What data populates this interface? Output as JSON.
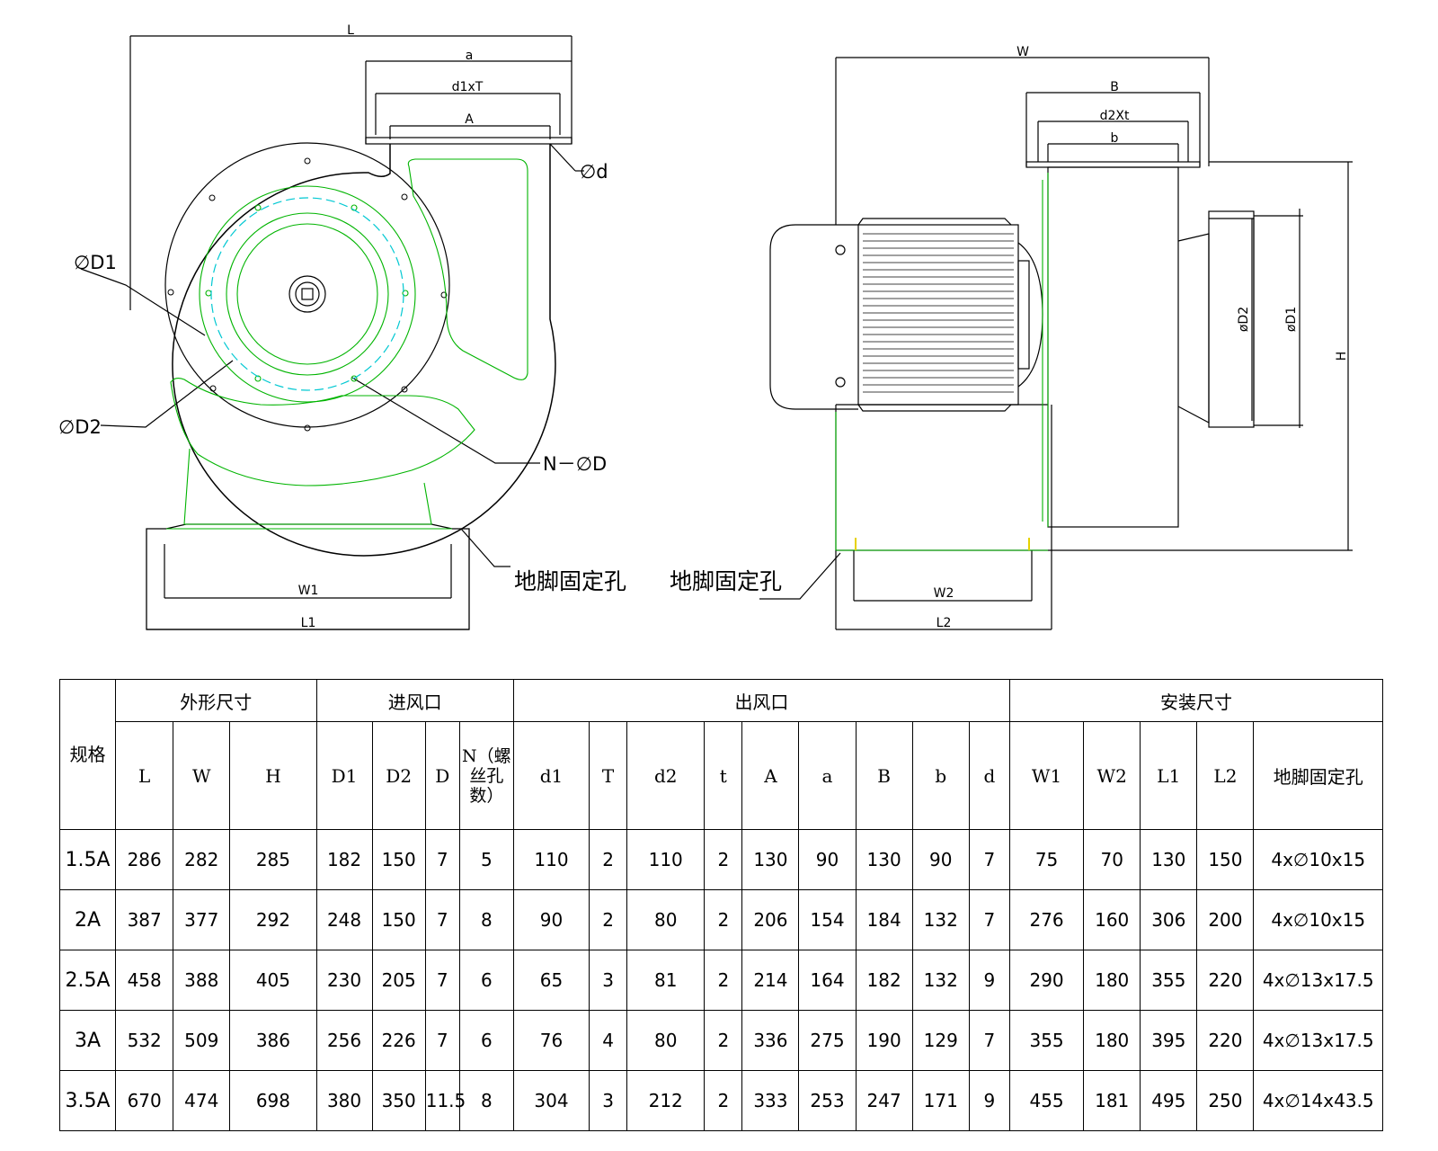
{
  "front_view": {
    "dim_L": "L",
    "dim_a": "a",
    "dim_d1xT": "d1xT",
    "dim_A": "A",
    "dim_d": "∅d",
    "dim_D1": "∅D1",
    "dim_D2": "∅D2",
    "dim_NxD": "N－∅D",
    "dim_W1": "W1",
    "dim_L1": "L1",
    "foot_label": "地脚固定孔"
  },
  "side_view": {
    "dim_W": "W",
    "dim_B": "B",
    "dim_d2xt": "d2Xt",
    "dim_b": "b",
    "dim_D2": "øD2",
    "dim_D1": "øD1",
    "dim_H": "H",
    "dim_W2": "W2",
    "dim_L2": "L2",
    "foot_label": "地脚固定孔"
  },
  "colors": {
    "outline": "#000000",
    "green": "#00b400",
    "cyan": "#00c8d2",
    "yellow": "#e6d200"
  },
  "table": {
    "group_headers": {
      "spec": "规格",
      "outline": "外形尺寸",
      "inlet": "进风口",
      "outlet": "出风口",
      "install": "安装尺寸"
    },
    "columns": [
      "L",
      "W",
      "H",
      "D1",
      "D2",
      "D",
      "N（螺丝孔数）",
      "d1",
      "T",
      "d2",
      "t",
      "A",
      "a",
      "B",
      "b",
      "d",
      "W1",
      "W2",
      "L1",
      "L2",
      "地脚固定孔"
    ],
    "rows": [
      [
        "1.5A",
        "286",
        "282",
        "285",
        "182",
        "150",
        "7",
        "5",
        "110",
        "2",
        "110",
        "2",
        "130",
        "90",
        "130",
        "90",
        "7",
        "75",
        "70",
        "130",
        "150",
        "4x∅10x15"
      ],
      [
        "2A",
        "387",
        "377",
        "292",
        "248",
        "150",
        "7",
        "8",
        "90",
        "2",
        "80",
        "2",
        "206",
        "154",
        "184",
        "132",
        "7",
        "276",
        "160",
        "306",
        "200",
        "4x∅10x15"
      ],
      [
        "2.5A",
        "458",
        "388",
        "405",
        "230",
        "205",
        "7",
        "6",
        "65",
        "3",
        "81",
        "2",
        "214",
        "164",
        "182",
        "132",
        "9",
        "290",
        "180",
        "355",
        "220",
        "4x∅13x17.5"
      ],
      [
        "3A",
        "532",
        "509",
        "386",
        "256",
        "226",
        "7",
        "6",
        "76",
        "4",
        "80",
        "2",
        "336",
        "275",
        "190",
        "129",
        "7",
        "355",
        "180",
        "395",
        "220",
        "4x∅13x17.5"
      ],
      [
        "3.5A",
        "670",
        "474",
        "698",
        "380",
        "350",
        "11.5",
        "8",
        "304",
        "3",
        "212",
        "2",
        "333",
        "253",
        "247",
        "171",
        "9",
        "455",
        "181",
        "495",
        "250",
        "4x∅14x43.5"
      ]
    ]
  }
}
